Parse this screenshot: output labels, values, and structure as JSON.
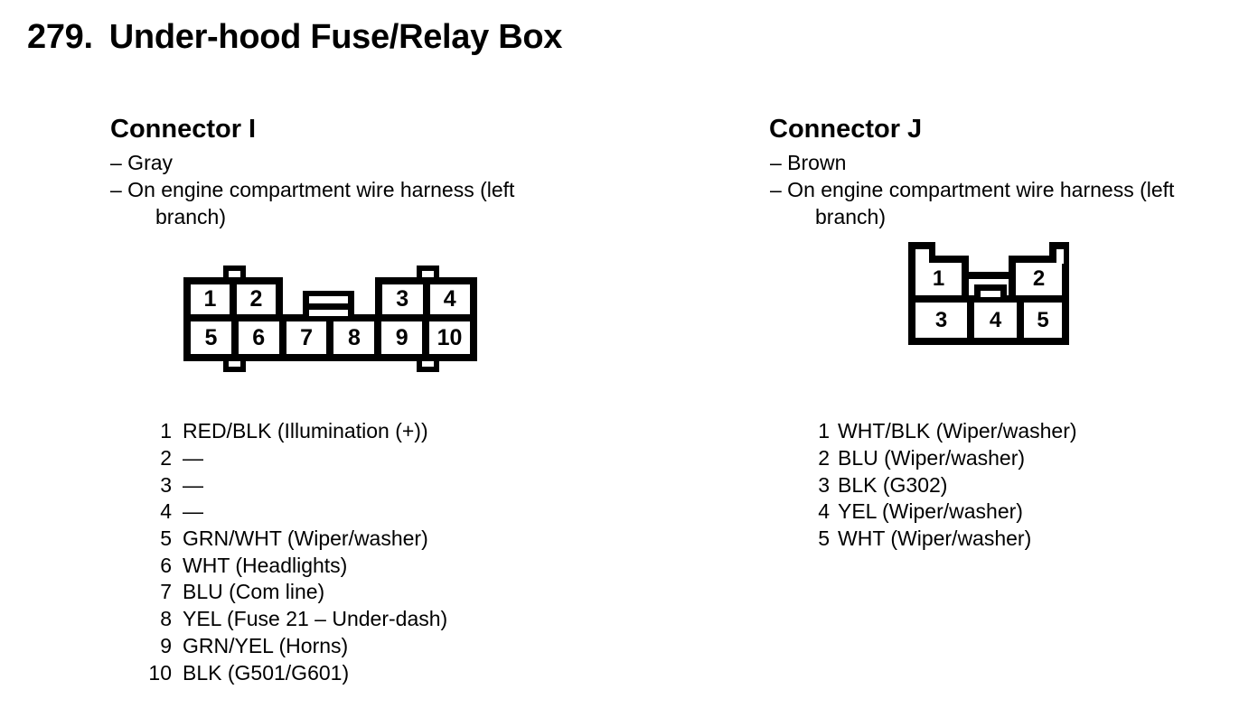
{
  "page": {
    "title_number": "279.",
    "title_text": "Under-hood Fuse/Relay Box"
  },
  "connector_i": {
    "heading": "Connector I",
    "notes": [
      "– Gray",
      "– On engine compartment wire harness (left branch)"
    ],
    "cells": [
      "1",
      "2",
      "3",
      "4",
      "5",
      "6",
      "7",
      "8",
      "9",
      "10"
    ],
    "pins": [
      {
        "num": "1",
        "desc": "RED/BLK (Illumination (+))"
      },
      {
        "num": "2",
        "desc": "—"
      },
      {
        "num": "3",
        "desc": "—"
      },
      {
        "num": "4",
        "desc": "—"
      },
      {
        "num": "5",
        "desc": "GRN/WHT (Wiper/washer)"
      },
      {
        "num": "6",
        "desc": "WHT (Headlights)"
      },
      {
        "num": "7",
        "desc": "BLU (Com line)"
      },
      {
        "num": "8",
        "desc": "YEL (Fuse 21 – Under-dash)"
      },
      {
        "num": "9",
        "desc": "GRN/YEL (Horns)"
      },
      {
        "num": "10",
        "desc": "BLK (G501/G601)"
      }
    ]
  },
  "connector_j": {
    "heading": "Connector J",
    "notes": [
      "– Brown",
      "– On engine compartment wire harness (left branch)"
    ],
    "cells": [
      "1",
      "2",
      "3",
      "4",
      "5"
    ],
    "pins": [
      {
        "num": "1",
        "desc": "WHT/BLK (Wiper/washer)"
      },
      {
        "num": "2",
        "desc": "BLU (Wiper/washer)"
      },
      {
        "num": "3",
        "desc": "BLK (G302)"
      },
      {
        "num": "4",
        "desc": "YEL (Wiper/washer)"
      },
      {
        "num": "5",
        "desc": "WHT (Wiper/washer)"
      }
    ]
  },
  "colors": {
    "ink": "#000000",
    "paper": "#ffffff"
  }
}
